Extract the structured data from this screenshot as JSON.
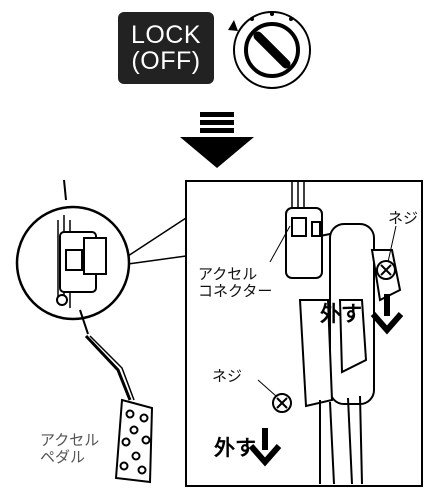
{
  "lock_badge": {
    "line1": "LOCK",
    "line2": "(OFF)"
  },
  "labels": {
    "accel_connector_line1": "アクセル",
    "accel_connector_line2": "コネクター",
    "screw_top": "ネジ",
    "screw_bottom": "ネジ",
    "remove_top": "外す",
    "remove_bottom": "外す",
    "accel_pedal_line1": "アクセル",
    "accel_pedal_line2": "ペダル"
  },
  "icons": {
    "ignition": "ignition-key-icon",
    "step_arrow": "down-step-arrow-icon",
    "remove_arrow": "down-arrow-icon",
    "screw": "screw-head-icon"
  },
  "colors": {
    "badge_bg": "#222222",
    "badge_text": "#ffffff",
    "line": "#000000"
  }
}
